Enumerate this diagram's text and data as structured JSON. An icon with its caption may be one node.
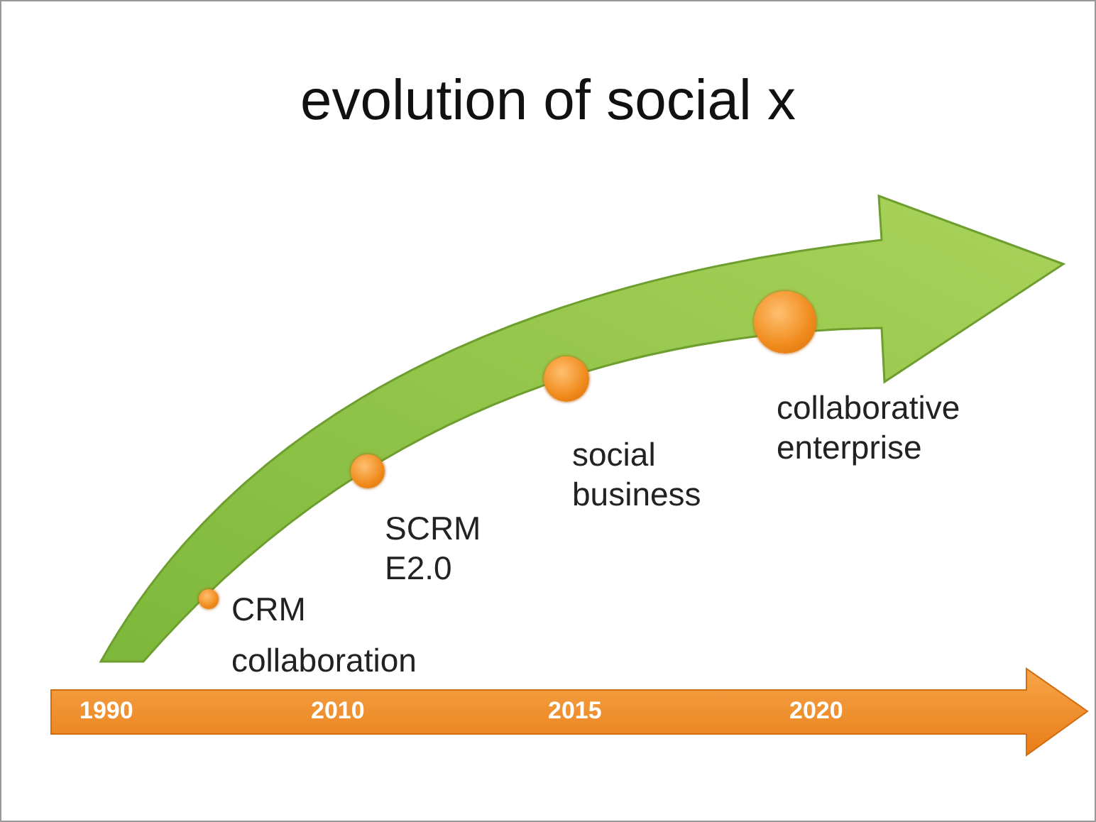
{
  "diagram": {
    "title": "evolution of social x",
    "nodes": [
      {
        "text": [],
        "shape": "circle",
        "beside": [
          "CRM",
          "collaboration"
        ]
      },
      {
        "text": [],
        "shape": "circle",
        "beside": [
          "SCRM E2.0"
        ]
      },
      {
        "text": [],
        "shape": "circle",
        "beside": [
          "social business"
        ]
      },
      {
        "text": [],
        "shape": "circle",
        "beside": [
          "collaborative enterprise"
        ]
      }
    ],
    "edges": [],
    "labels": [
      "1990",
      "2010",
      "2015",
      "2020"
    ]
  }
}
